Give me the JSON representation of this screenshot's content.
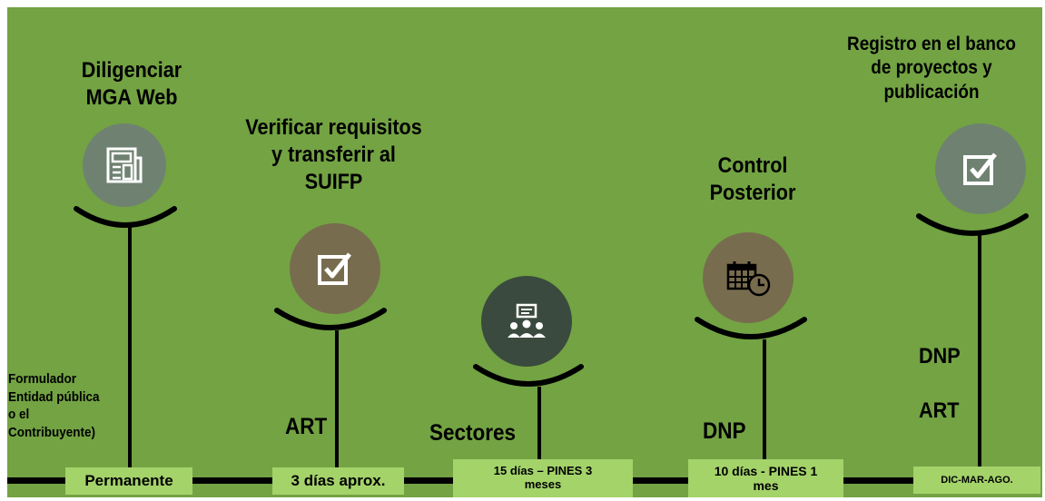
{
  "colors": {
    "panel": "#73a343",
    "badge": "#a4d36a",
    "circle_gray": "#6f8271",
    "circle_olive": "#786c4f",
    "circle_dark": "#3b4a3e"
  },
  "steps": [
    {
      "title": "Diligenciar\nMGA Web",
      "icon": "newspaper-icon",
      "actor": "Formulador\nEntidad pública\no el\nContribuyente)",
      "duration": "Permanente"
    },
    {
      "title": "Verificar requisitos\ny transferir al\nSUIFP",
      "icon": "checkbox-icon",
      "actor": "ART",
      "duration": "3 días aprox."
    },
    {
      "title": "",
      "icon": "meeting-icon",
      "actor": "Sectores",
      "duration": "15 días – PINES 3\nmeses"
    },
    {
      "title": "Control\nPosterior",
      "icon": "calendar-clock-icon",
      "actor": "DNP",
      "duration": "10 días - PINES 1\nmes"
    },
    {
      "title": "Registro en el banco\nde proyectos y\npublicación",
      "icon": "checkbox-icon",
      "actor": "DNP\n\nART",
      "duration": "DIC-MAR-AGO."
    }
  ]
}
